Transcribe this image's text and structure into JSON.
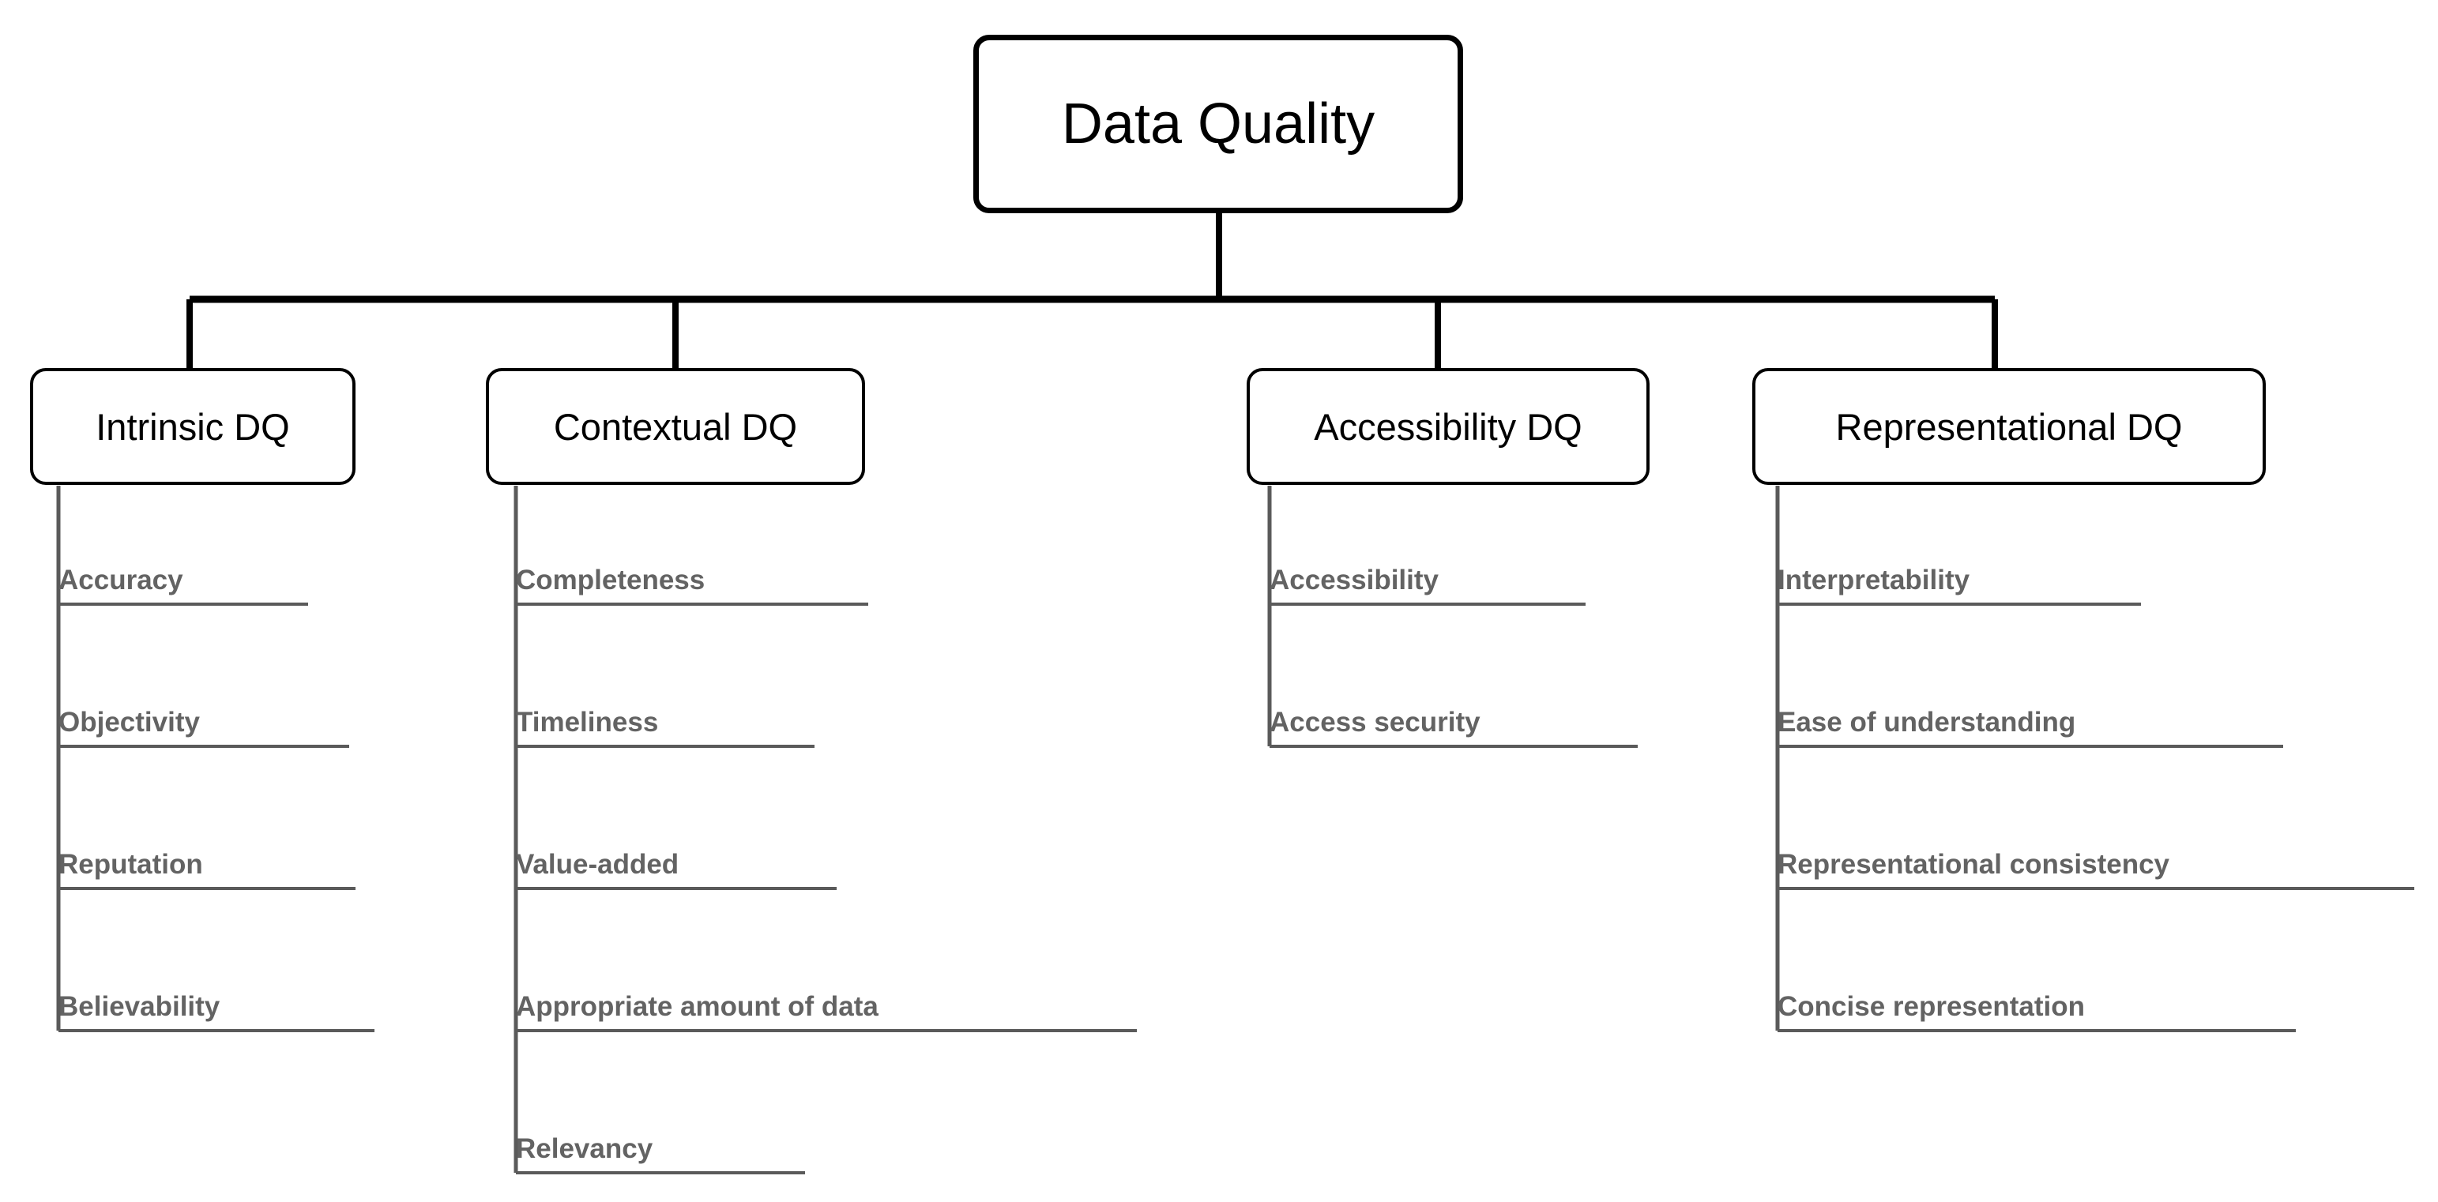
{
  "diagram": {
    "title": "Data Quality",
    "type": "hierarchy-tree",
    "root": {
      "label": "Data Quality"
    },
    "branches": [
      {
        "id": "intrinsic",
        "label": "Intrinsic DQ",
        "leaves": [
          {
            "label": "Accuracy"
          },
          {
            "label": "Objectivity"
          },
          {
            "label": "Reputation"
          },
          {
            "label": "Believability"
          }
        ]
      },
      {
        "id": "contextual",
        "label": "Contextual DQ",
        "leaves": [
          {
            "label": "Completeness"
          },
          {
            "label": "Timeliness"
          },
          {
            "label": "Value-added"
          },
          {
            "label": "Appropriate amount of data"
          },
          {
            "label": "Relevancy"
          }
        ]
      },
      {
        "id": "accessibility",
        "label": "Accessibility DQ",
        "leaves": [
          {
            "label": "Accessibility"
          },
          {
            "label": "Access security"
          }
        ]
      },
      {
        "id": "representational",
        "label": "Representational DQ",
        "leaves": [
          {
            "label": "Interpretability"
          },
          {
            "label": "Ease of understanding"
          },
          {
            "label": "Representational consistency"
          },
          {
            "label": "Concise representation"
          }
        ]
      }
    ],
    "colors": {
      "background": "#ffffff",
      "node_border": "#000000",
      "node_text": "#000000",
      "leaf_text": "#636363",
      "leaf_rule": "#5a5a5a",
      "connector": "#000000"
    }
  }
}
